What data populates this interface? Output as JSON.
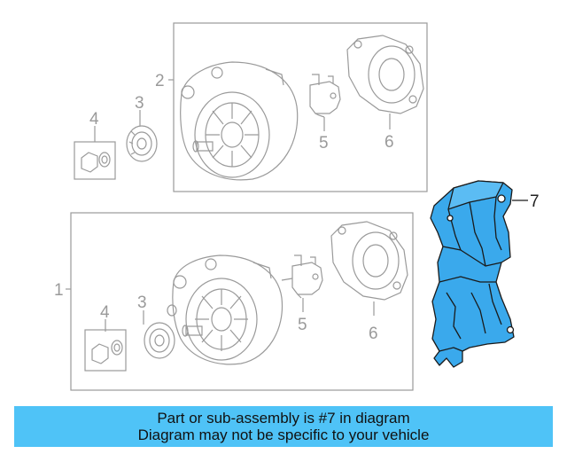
{
  "callouts": {
    "assembly_upper": "2",
    "assembly_lower": "1",
    "pulley_upper": "3",
    "pulley_lower": "3",
    "nut_kit_upper": "4",
    "nut_kit_lower": "4",
    "regulator_upper": "5",
    "regulator_lower": "5",
    "end_cover_upper": "6",
    "end_cover_lower": "6",
    "highlighted_part": "7"
  },
  "banner": {
    "line1": "Part or sub-assembly is #7 in diagram",
    "line2": "Diagram may not be specific to your vehicle"
  },
  "colors": {
    "banner_bg": "#4fc3f7",
    "highlight_fill": "#3aa9ec",
    "line_gray": "#9a9a9a"
  }
}
